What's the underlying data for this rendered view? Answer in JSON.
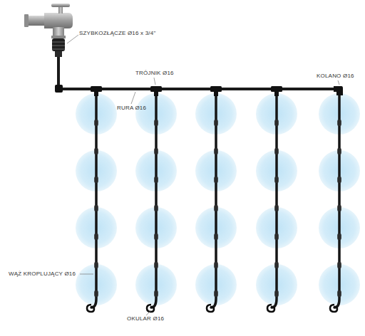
{
  "diagram": {
    "labels": [
      "SZYBKOZŁĄCZE Ø16 x 3/4\"",
      "TRÓJNIK Ø16",
      "KOLANO Ø16",
      "RURA Ø16",
      "WĄŻ KROPLUJĄCY Ø16",
      "OKULAR Ø16"
    ]
  }
}
